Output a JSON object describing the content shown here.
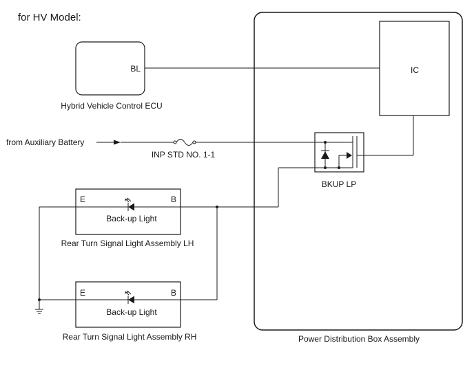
{
  "heading": "for HV Model:",
  "ecu": {
    "name": "Hybrid Vehicle Control ECU",
    "pin": "BL"
  },
  "pdb": {
    "name": "Power Distribution Box Assembly",
    "ic": "IC",
    "relay": "BKUP LP"
  },
  "battery": {
    "label": "from Auxiliary Battery"
  },
  "fuse": {
    "label": "INP STD NO. 1-1"
  },
  "lamp_lh": {
    "name": "Rear Turn Signal Light Assembly LH",
    "label": "Back-up Light",
    "pin_e": "E",
    "pin_b": "B"
  },
  "lamp_rh": {
    "name": "Rear Turn Signal Light Assembly RH",
    "label": "Back-up Light",
    "pin_e": "E",
    "pin_b": "B"
  }
}
